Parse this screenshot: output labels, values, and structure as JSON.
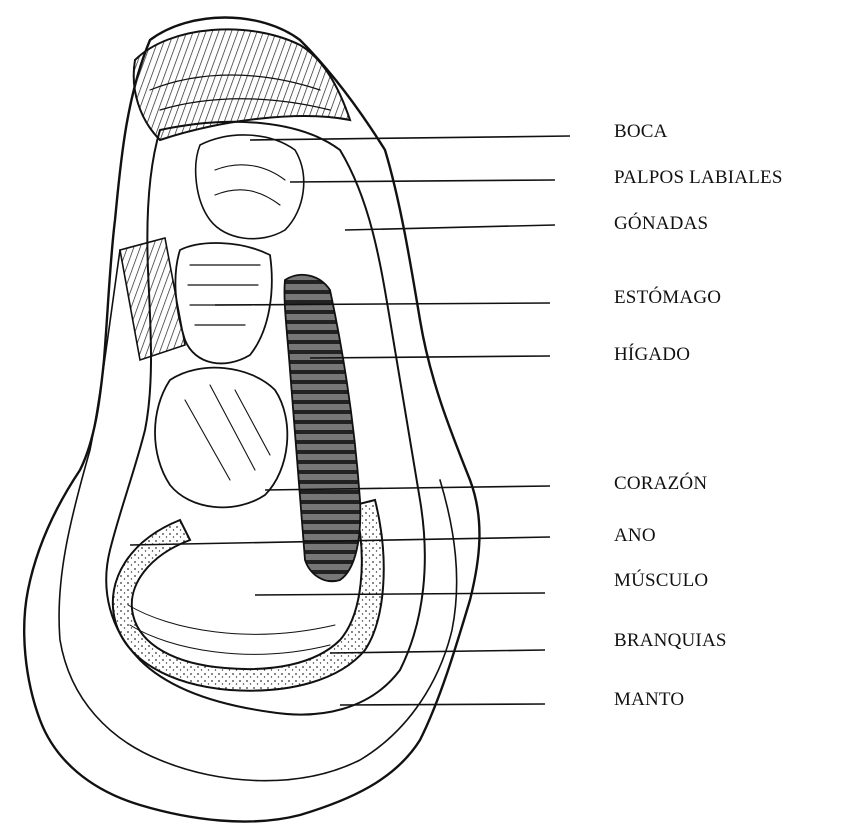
{
  "diagram": {
    "labels": [
      {
        "id": "boca",
        "text": "BOCA"
      },
      {
        "id": "palpos",
        "text": "PALPOS LABIALES"
      },
      {
        "id": "gonadas",
        "text": "GÓNADAS"
      },
      {
        "id": "estomago",
        "text": "ESTÓMAGO"
      },
      {
        "id": "higado",
        "text": "HÍGADO"
      },
      {
        "id": "corazon",
        "text": "CORAZÓN"
      },
      {
        "id": "ano",
        "text": "ANO"
      },
      {
        "id": "musculo",
        "text": "MÚSCULO"
      },
      {
        "id": "branquias",
        "text": "BRANQUIAS"
      },
      {
        "id": "manto",
        "text": "MANTO"
      }
    ]
  }
}
